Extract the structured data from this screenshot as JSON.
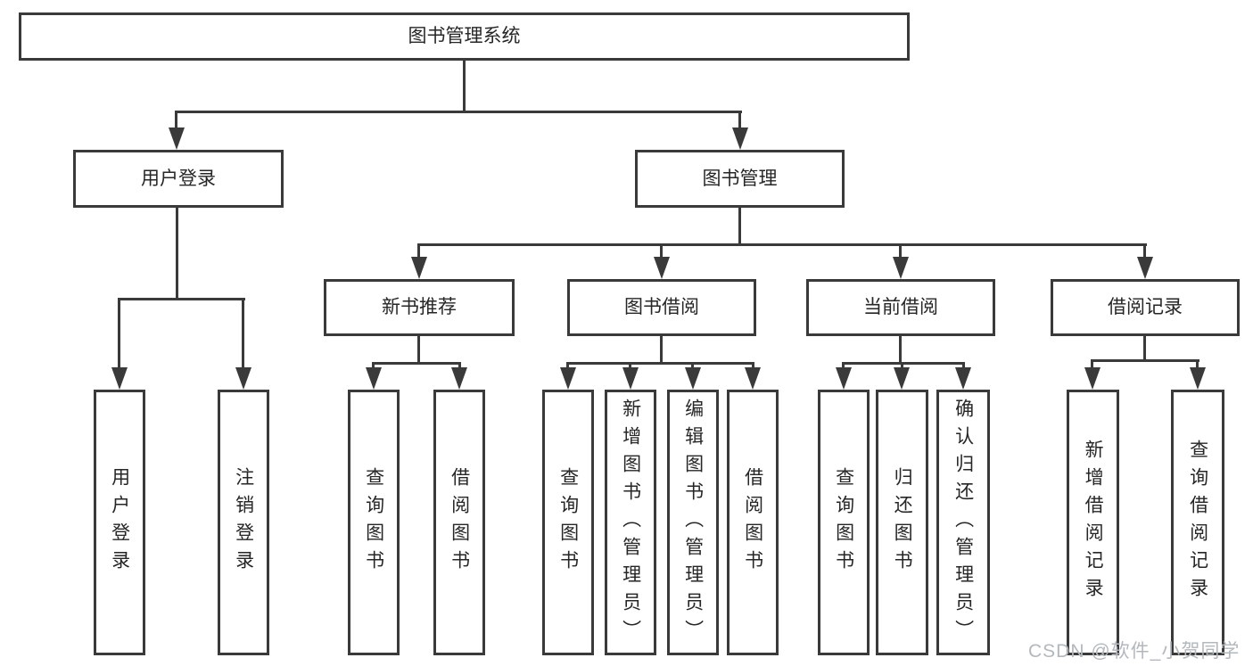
{
  "diagram": {
    "root_label": "图书管理系统",
    "branches": [
      {
        "label": "用户登录",
        "children": [
          "用户登录",
          "注销登录"
        ]
      },
      {
        "label": "图书管理",
        "sections": [
          {
            "label": "新书推荐",
            "children": [
              "查询图书",
              "借阅图书"
            ]
          },
          {
            "label": "图书借阅",
            "children": [
              "查询图书",
              "新增图书（管理员）",
              "编辑图书（管理员）",
              "借阅图书"
            ]
          },
          {
            "label": "当前借阅",
            "children": [
              "查询图书",
              "归还图书",
              "确认归还（管理员）"
            ]
          },
          {
            "label": "借阅记录",
            "children": [
              "新增借阅记录",
              "查询借阅记录"
            ]
          }
        ]
      }
    ]
  },
  "watermark": {
    "text": "CSDN @软件_小贺同学"
  },
  "colors": {
    "line": "#3a3a3a",
    "text": "#262626",
    "watermark": "#b3b8bd",
    "background": "#ffffff"
  }
}
